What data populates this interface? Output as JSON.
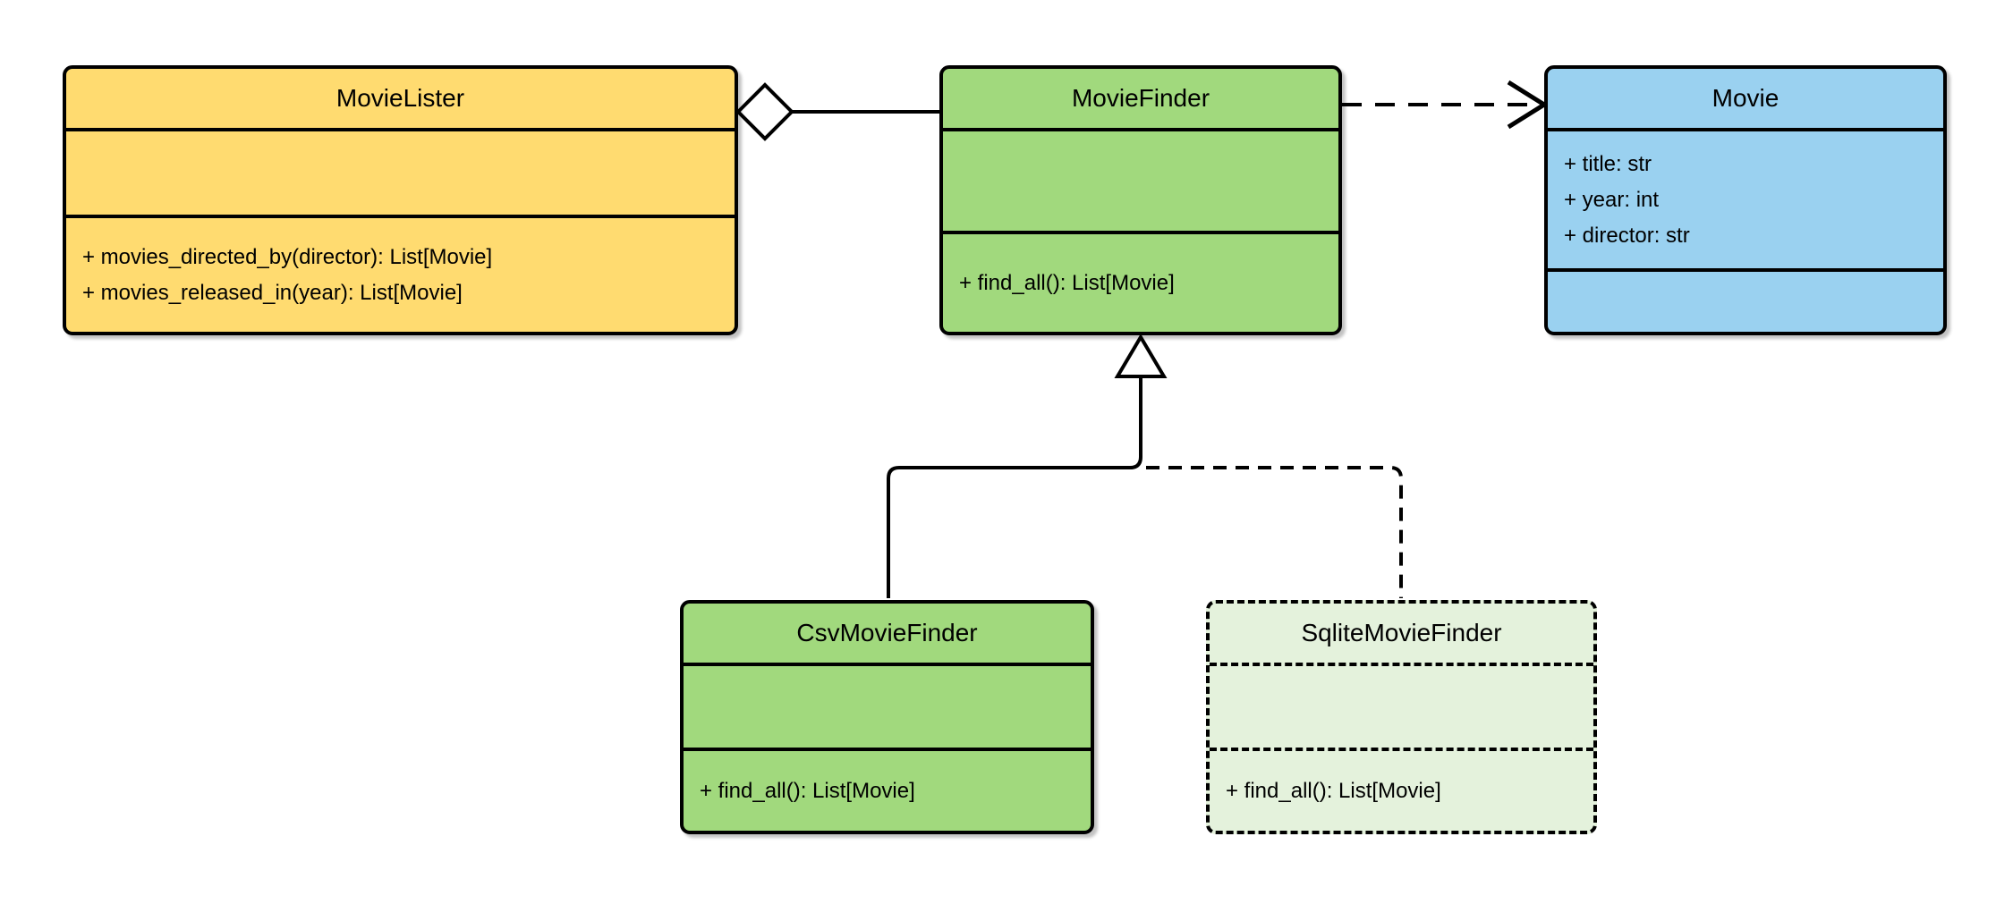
{
  "diagram": {
    "kind": "uml-class-diagram",
    "background_color": "#ffffff",
    "stroke_color": "#000000",
    "classes": [
      {
        "id": "movielister",
        "name": "MovieLister",
        "attributes": [],
        "methods": [
          "+ movies_directed_by(director): List[Movie]",
          "+ movies_released_in(year): List[Movie]"
        ],
        "fill": "#FFDB70",
        "border_style": "solid"
      },
      {
        "id": "moviefinder",
        "name": "MovieFinder",
        "attributes": [],
        "methods": [
          "+ find_all(): List[Movie]"
        ],
        "fill": "#A1D97D",
        "border_style": "solid"
      },
      {
        "id": "movie",
        "name": "Movie",
        "attributes": [
          "+ title: str",
          "+ year: int",
          "+ director: str"
        ],
        "methods": [],
        "fill": "#9AD1F0",
        "border_style": "solid"
      },
      {
        "id": "csvmoviefinder",
        "name": "CsvMovieFinder",
        "attributes": [],
        "methods": [
          "+ find_all(): List[Movie]"
        ],
        "fill": "#A1D97D",
        "border_style": "solid"
      },
      {
        "id": "sqlitemoviefinder",
        "name": "SqliteMovieFinder",
        "attributes": [],
        "methods": [
          "+ find_all(): List[Movie]"
        ],
        "fill": "#E4F2DC",
        "border_style": "dashed"
      }
    ],
    "relationships": [
      {
        "type": "aggregation",
        "from": "MovieLister",
        "to": "MovieFinder",
        "line": "solid",
        "marker": "hollow-diamond-at-source"
      },
      {
        "type": "dependency",
        "from": "MovieFinder",
        "to": "Movie",
        "line": "dashed",
        "marker": "open-arrow-at-target"
      },
      {
        "type": "inheritance",
        "from": "CsvMovieFinder",
        "to": "MovieFinder",
        "line": "solid",
        "marker": "hollow-triangle-at-target"
      },
      {
        "type": "inheritance",
        "from": "SqliteMovieFinder",
        "to": "MovieFinder",
        "line": "dashed",
        "marker": "hollow-triangle-at-target"
      }
    ]
  }
}
